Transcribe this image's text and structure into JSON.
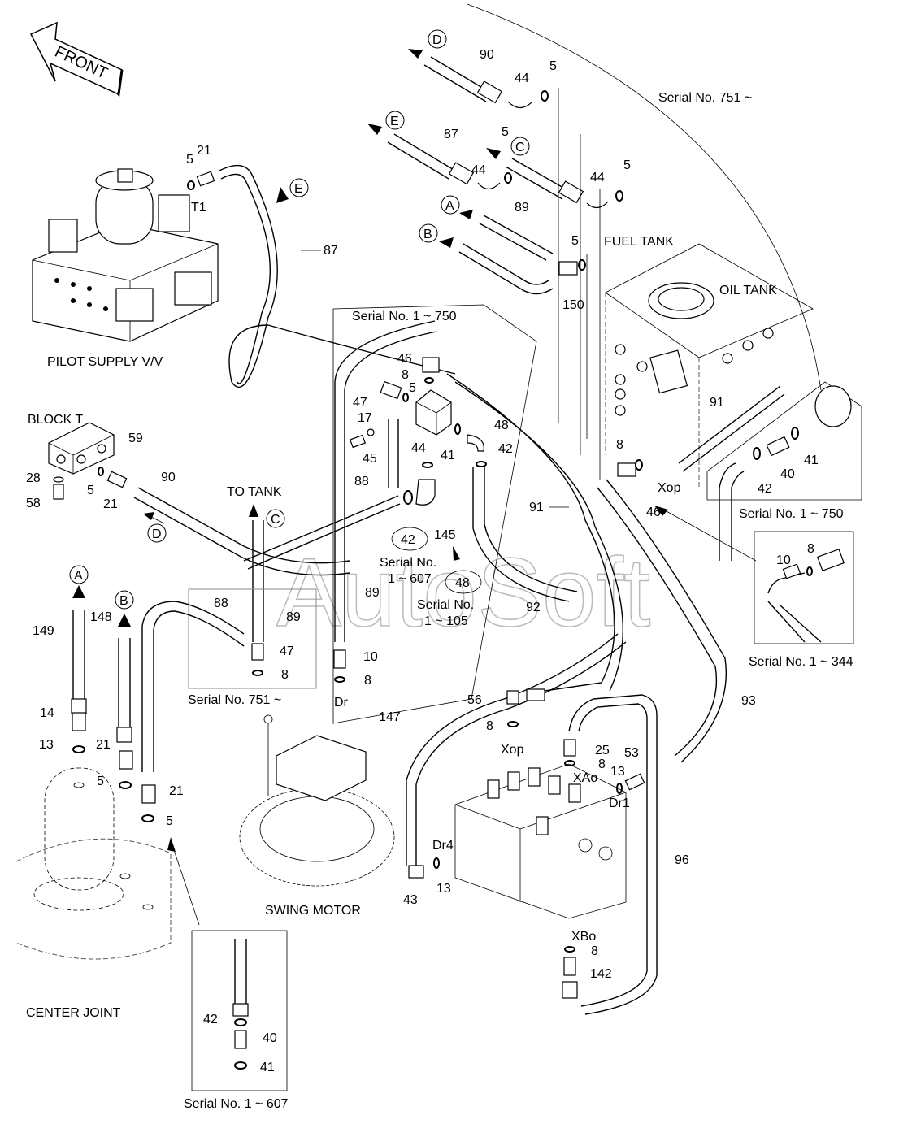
{
  "direction": {
    "label": "FRONT"
  },
  "components": {
    "pilot_supply": "PILOT SUPPLY V/V",
    "block_t": "BLOCK T",
    "fuel_tank": "FUEL TANK",
    "oil_tank": "OIL TANK",
    "to_tank": "TO TANK",
    "swing_motor": "SWING MOTOR",
    "center_joint": "CENTER JOINT"
  },
  "serial_notes": {
    "s751_top": "Serial No. 751 ~",
    "s1_750_mid": "Serial No. 1 ~ 750",
    "s1_750_right": "Serial No. 1 ~ 750",
    "s751_left": "Serial No. 751 ~",
    "s1_344": "Serial No. 1 ~ 344",
    "s1_607_line1": "Serial No.",
    "s1_607_line2": "1 ~ 607",
    "s1_105_line1": "Serial No.",
    "s1_105_line2": "1 ~ 105",
    "s1_607_bottom": "Serial No. 1 ~ 607"
  },
  "port_labels": {
    "t1": "T1",
    "dr": "Dr",
    "xop_tank": "Xop",
    "xop_valve": "Xop",
    "xao": "XAo",
    "dr1": "Dr1",
    "dr4": "Dr4",
    "xbo": "XBo"
  },
  "connection_markers": {
    "D_top": "D",
    "E_top": "E",
    "C_top": "C",
    "A_top": "A",
    "B_top": "B",
    "E_pilot": "E",
    "D_block": "D",
    "C_tank": "C",
    "A_cj": "A",
    "B_cj": "B"
  },
  "part_callouts": {
    "p90_top": "90",
    "p44_a": "44",
    "p5_a": "5",
    "p87_top": "87",
    "p5_b": "5",
    "p44_b": "44",
    "p89_top": "89",
    "p44_c": "44",
    "p5_c": "5",
    "p5_d": "5",
    "p150": "150",
    "p5_pilot": "5",
    "p21_pilot": "21",
    "p87_pilot": "87",
    "p46_a": "46",
    "p8_a": "8",
    "p5_e": "5",
    "p47_a": "47",
    "p17": "17",
    "p45": "45",
    "p44_d": "44",
    "p41_a": "41",
    "p48_a": "48",
    "p42_a": "42",
    "p88_a": "88",
    "p145": "145",
    "p42_circ": "42",
    "p48_circ": "48",
    "p89_a": "89",
    "p59": "59",
    "p28": "28",
    "p58": "58",
    "p5_block": "5",
    "p21_block": "21",
    "p90_block": "90",
    "p91_tank": "91",
    "p8_tank": "8",
    "p46_tank": "46",
    "p42_tank": "42",
    "p40_tank": "40",
    "p41_tank": "41",
    "p91_mid": "91",
    "p92": "92",
    "p10_inset": "10",
    "p8_inset": "8",
    "p88_b": "88",
    "p89_b": "89",
    "p47_b": "47",
    "p8_b": "8",
    "p10_dr": "10",
    "p8_dr": "8",
    "p149": "149",
    "p148": "148",
    "p14": "14",
    "p13_cj": "13",
    "p21_cj_a": "21",
    "p5_cj_a": "5",
    "p21_cj_b": "21",
    "p5_cj_b": "5",
    "p42_cj": "42",
    "p40_cj": "40",
    "p41_cj": "41",
    "p147": "147",
    "p56": "56",
    "p8_xop": "8",
    "p25": "25",
    "p8_xao": "8",
    "p53": "53",
    "p13_dr1": "13",
    "p93": "93",
    "p96": "96",
    "p43": "43",
    "p13_dr4": "13",
    "p8_xbo": "8",
    "p142": "142"
  },
  "watermark": "AutoSoft"
}
